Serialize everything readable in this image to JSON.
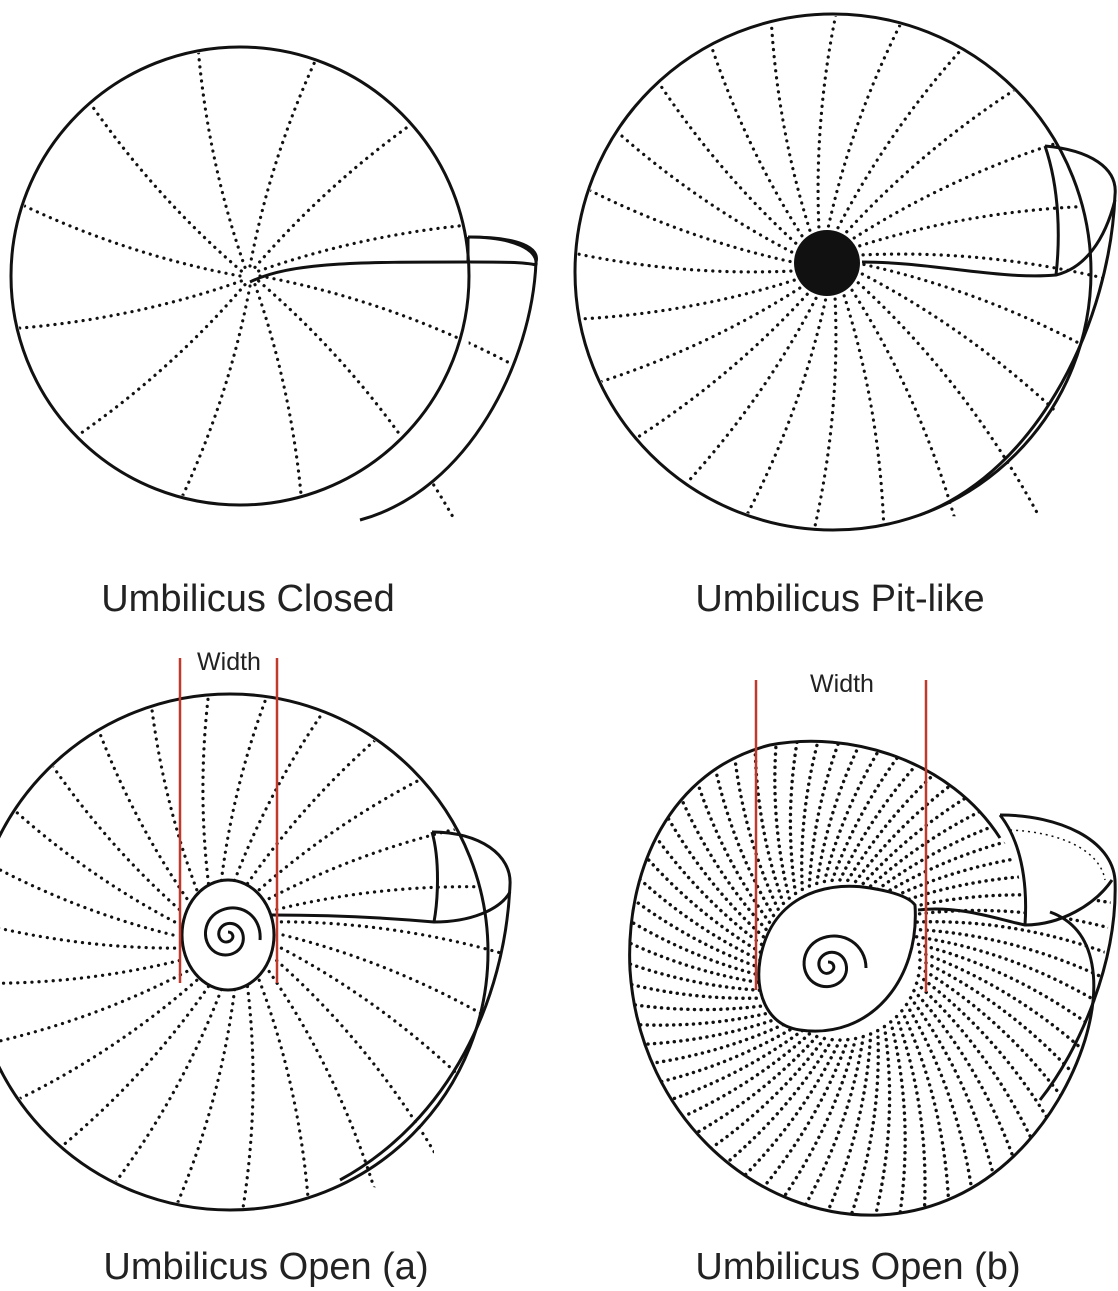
{
  "figure": {
    "panels": [
      {
        "id": "closed",
        "caption": "Umbilicus Closed"
      },
      {
        "id": "pit",
        "caption": "Umbilicus Pit-like"
      },
      {
        "id": "open_a",
        "caption": "Umbilicus Open (a)",
        "measure_label": "Width"
      },
      {
        "id": "open_b",
        "caption": "Umbilicus Open (b)",
        "measure_label": "Width"
      }
    ]
  },
  "colors": {
    "line": "#111111",
    "measure": "#c0392b",
    "background": "#ffffff"
  }
}
